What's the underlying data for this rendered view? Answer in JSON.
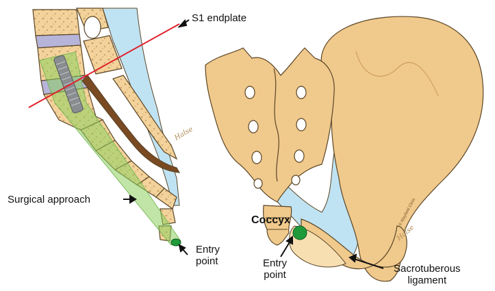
{
  "labels": {
    "s1_endplate": "S1 endplate",
    "surgical_approach": "Surgical approach",
    "entry_point_left_line1": "Entry",
    "entry_point_left_line2": "point",
    "coccyx": "Coccyx",
    "entry_point_right_line1": "Entry",
    "entry_point_right_line2": "point",
    "sacrotuberous_line1": "Sacrotuberous",
    "sacrotuberous_line2": "ligament"
  },
  "signatures": {
    "left": "Halse",
    "right": "Halse",
    "copyright": "© Mayfield Clinic"
  },
  "colors": {
    "bone": "#f0c98c",
    "bone_dark": "#c9975a",
    "ligament": "#bfe3f2",
    "disc": "#b7b4d9",
    "approach": "#8ccf5e",
    "rod": "#8a8d90",
    "entry_marker": "#1f9a3a",
    "s1_line": "#e0202a",
    "outline": "#5a4526",
    "canal": "#7a4a22"
  }
}
